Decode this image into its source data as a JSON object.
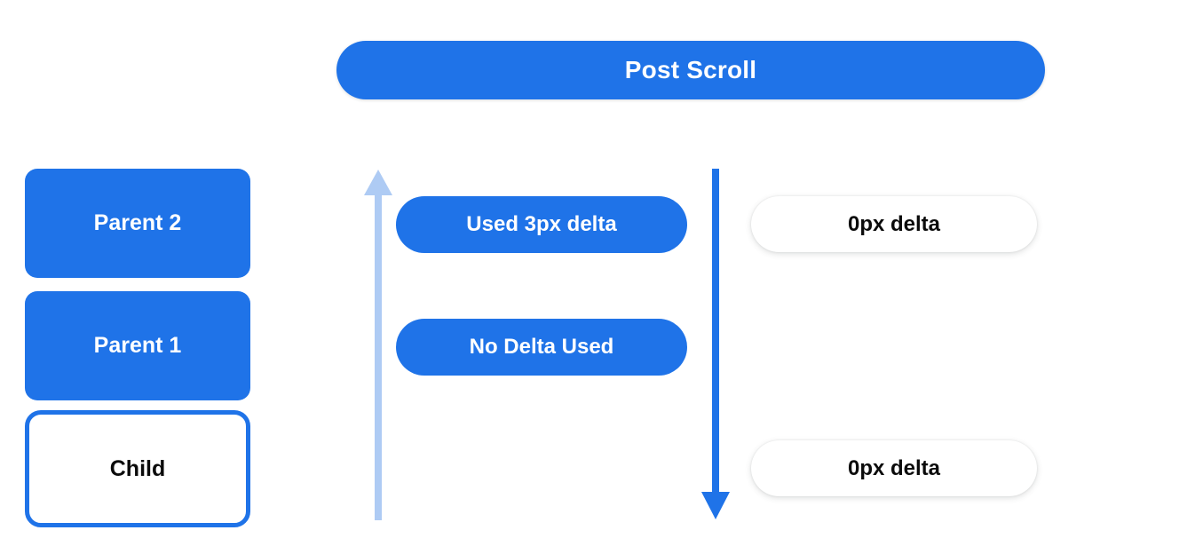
{
  "header": {
    "title": "Post Scroll"
  },
  "colors": {
    "primary_blue": "#1f73e8",
    "light_blue": "#aecbf4",
    "text_on_blue": "#ffffff",
    "text_dark": "#0b0b0b",
    "background": "#ffffff"
  },
  "left_column": {
    "boxes": [
      {
        "label": "Parent 2",
        "style": "filled"
      },
      {
        "label": "Parent 1",
        "style": "filled"
      },
      {
        "label": "Child",
        "style": "outlined"
      }
    ]
  },
  "middle_column": {
    "up_arrow": {
      "icon": "arrow-up-icon",
      "color": "#aecbf4"
    },
    "down_arrow": {
      "icon": "arrow-down-icon",
      "color": "#1f73e8"
    },
    "pills": [
      {
        "label": "Used 3px delta"
      },
      {
        "label": "No Delta Used"
      }
    ]
  },
  "right_column": {
    "pills": [
      {
        "label": "0px delta"
      },
      {
        "label": "0px delta"
      }
    ]
  }
}
